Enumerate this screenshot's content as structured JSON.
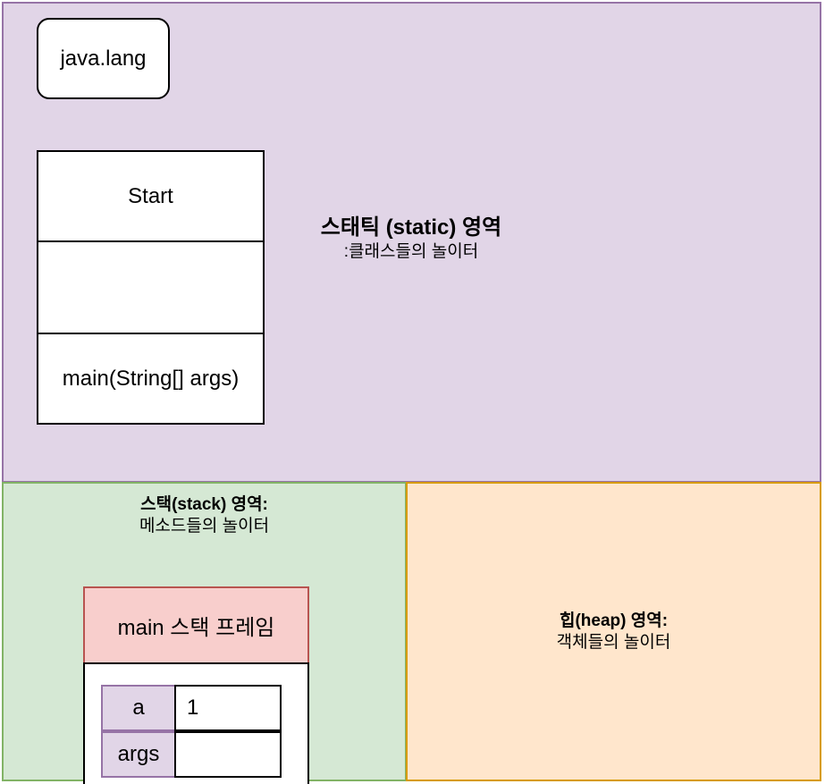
{
  "static_area": {
    "title": "스태틱 (static) 영역",
    "subtitle": ":클래스들의 놀이터",
    "package_label": "java.lang",
    "class_box": {
      "name": "Start",
      "fields": "",
      "method": "main(String[] args)"
    }
  },
  "stack_area": {
    "title": "스택(stack) 영역:",
    "subtitle": "메소드들의 놀이터",
    "frame": {
      "title": "main 스택 프레임",
      "variables": [
        {
          "name": "a",
          "value": "1"
        },
        {
          "name": "args",
          "value": ""
        }
      ]
    }
  },
  "heap_area": {
    "title": "힙(heap)  영역:",
    "subtitle": "객체들의 놀이터"
  },
  "colors": {
    "static_fill": "#e1d5e7",
    "static_border": "#9673a6",
    "stack_fill": "#d5e8d4",
    "stack_border": "#82b366",
    "heap_fill": "#ffe6cc",
    "heap_border": "#d79b00",
    "frame_fill": "#f8cecc",
    "frame_border": "#b85450"
  }
}
